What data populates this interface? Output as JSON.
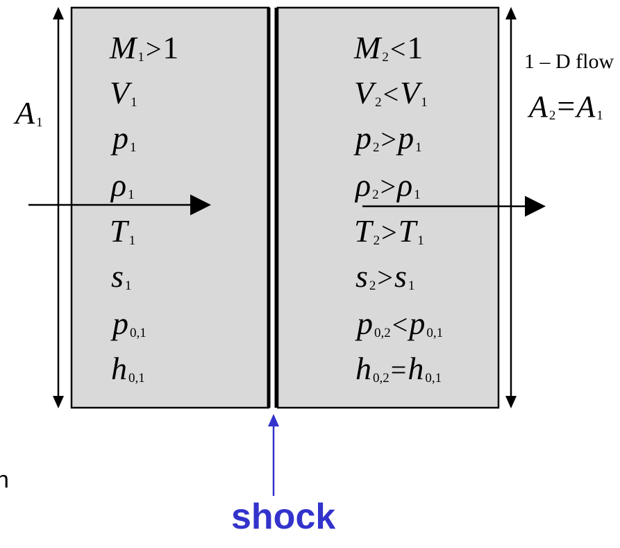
{
  "colors": {
    "panel_fill": "#d9d9d9",
    "line": "#000000",
    "shock_label": "#3333cc",
    "shock_arrow": "#3333cc"
  },
  "left_area": {
    "symbol": "A",
    "sub": "1"
  },
  "left_column": [
    {
      "sym": "M",
      "sub": "1",
      "rel": ">",
      "rhs": "1"
    },
    {
      "sym": "V",
      "sub": "1"
    },
    {
      "sym": "p",
      "sub": "1"
    },
    {
      "sym": "ρ",
      "sub": "1"
    },
    {
      "sym": "T",
      "sub": "1"
    },
    {
      "sym": "s",
      "sub": "1"
    },
    {
      "sym": "p",
      "sub": "0,1"
    },
    {
      "sym": "h",
      "sub": "0,1"
    }
  ],
  "right_column": [
    {
      "sym": "M",
      "sub": "2",
      "rel": "<",
      "rhs_sym": "",
      "rhs_sub": "",
      "rhs": "1"
    },
    {
      "sym": "V",
      "sub": "2",
      "rel": "<",
      "rhs_sym": "V",
      "rhs_sub": "1"
    },
    {
      "sym": "p",
      "sub": "2",
      "rel": ">",
      "rhs_sym": "p",
      "rhs_sub": "1"
    },
    {
      "sym": "ρ",
      "sub": "2",
      "rel": ">",
      "rhs_sym": "ρ",
      "rhs_sub": "1"
    },
    {
      "sym": "T",
      "sub": "2",
      "rel": ">",
      "rhs_sym": "T",
      "rhs_sub": "1"
    },
    {
      "sym": "s",
      "sub": "2",
      "rel": ">",
      "rhs_sym": "s",
      "rhs_sub": "1"
    },
    {
      "sym": "p",
      "sub": "0,2",
      "rel": "<",
      "rhs_sym": "p",
      "rhs_sub": "0,1"
    },
    {
      "sym": "h",
      "sub": "0,2",
      "rel": "=",
      "rhs_sym": "h",
      "rhs_sub": "0,1"
    }
  ],
  "flow_label": "1 – D flow",
  "right_area": {
    "lhs": "A",
    "lhs_sub": "2",
    "rel": "=",
    "rhs": "A",
    "rhs_sub": "1"
  },
  "shock_label": "shock",
  "edge_mark": "n"
}
